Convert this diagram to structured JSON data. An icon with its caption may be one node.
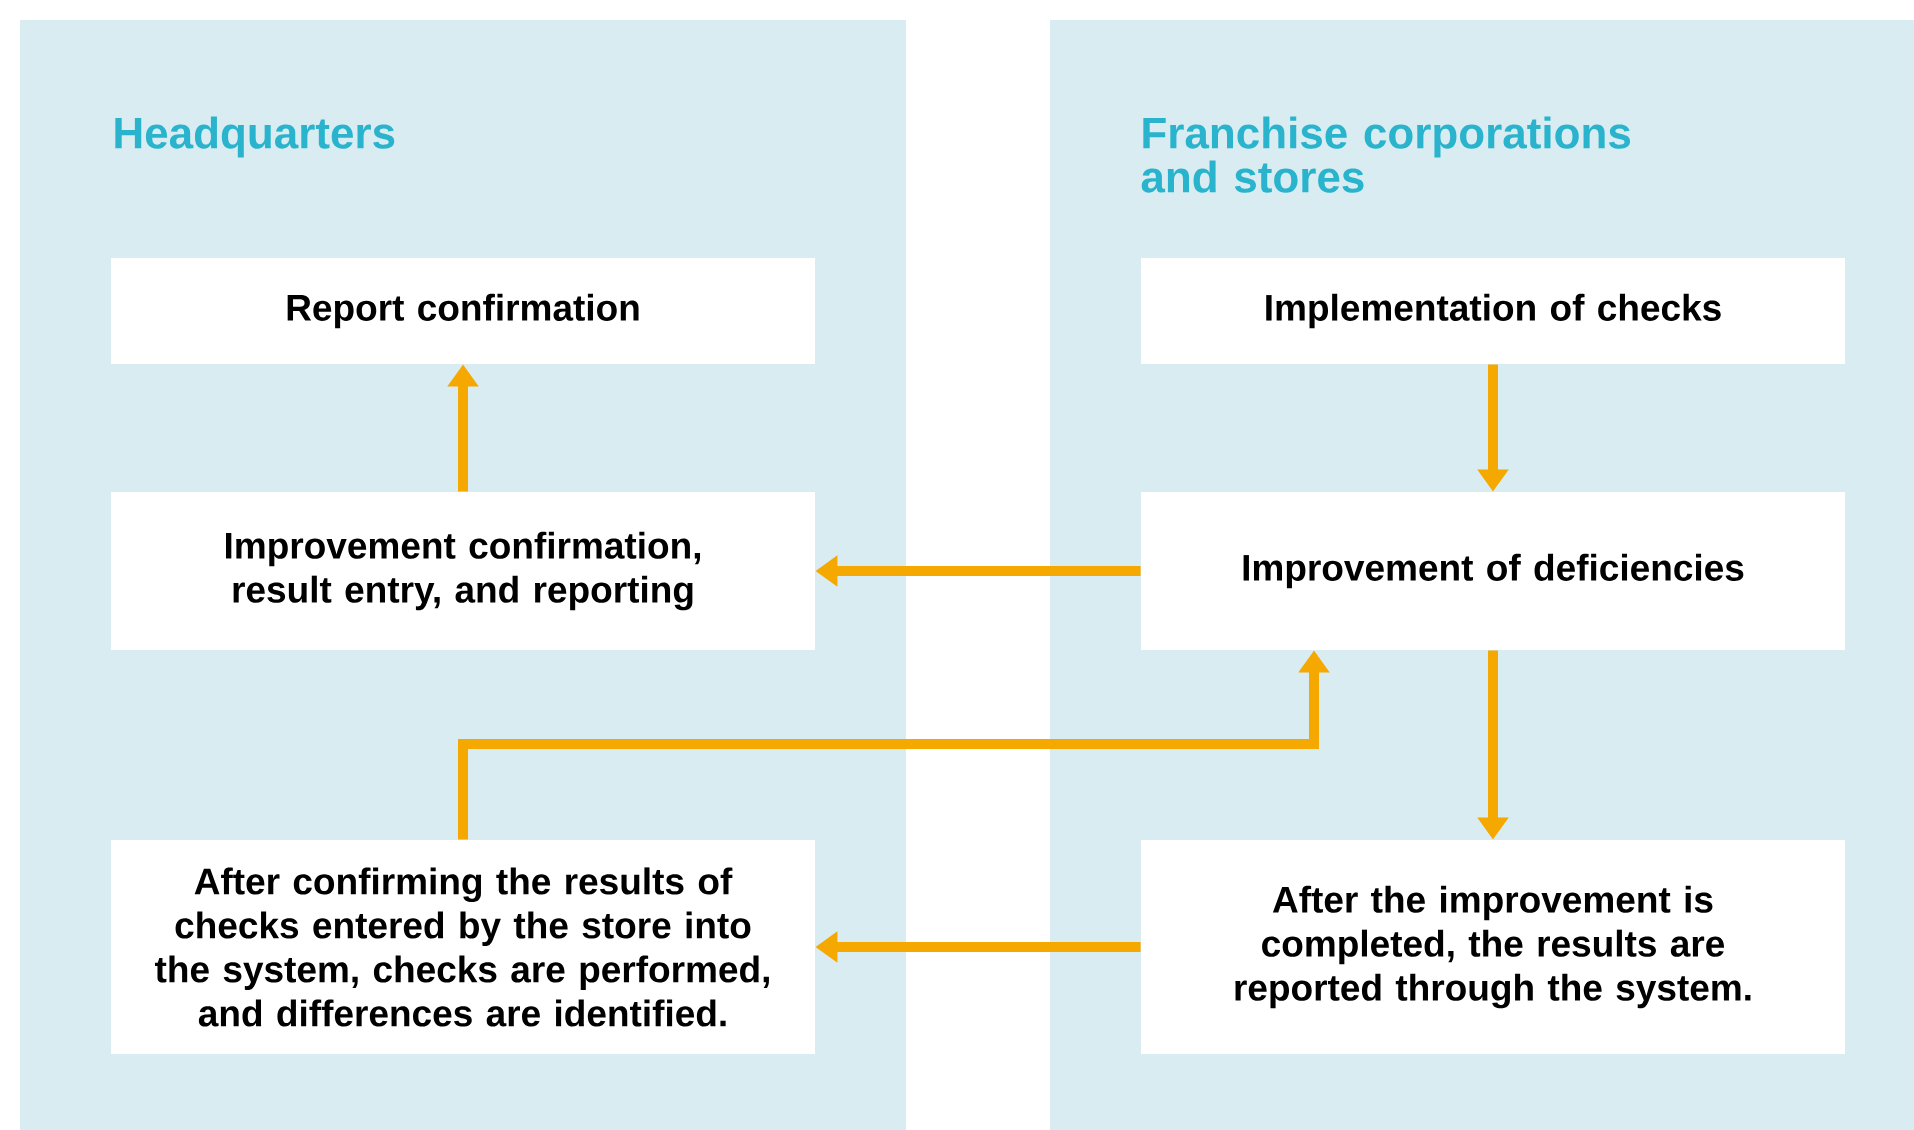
{
  "diagram": {
    "nodes": [
      {
        "text": [
          "Headquarters"
        ]
      },
      {
        "text": [
          "Franchise corporations and stores"
        ]
      },
      {
        "text": [
          "Report confirmation"
        ],
        "in": 0
      },
      {
        "text": [
          "Improvement confirmation, result entry, and reporting"
        ],
        "in": 0
      },
      {
        "text": [
          "After confirming the results of checks entered by the store into the system, checks are performed, and differences are identified."
        ],
        "in": 0
      },
      {
        "text": [
          "Implementation of checks"
        ],
        "in": 1
      },
      {
        "text": [
          "Improvement of deficiencies"
        ],
        "in": 1
      },
      {
        "text": [
          "After the improvement is completed, the results are reported through the system."
        ],
        "in": 1
      }
    ],
    "edges": [
      {
        "from": 5,
        "to": 6,
        "arrow": "to"
      },
      {
        "from": 6,
        "to": 3,
        "arrow": "to"
      },
      {
        "from": 3,
        "to": 2,
        "arrow": "to"
      },
      {
        "from": 6,
        "to": 7,
        "arrow": "to"
      },
      {
        "from": 7,
        "to": 4,
        "arrow": "to"
      },
      {
        "from": 4,
        "to": 6,
        "arrow": "to"
      }
    ]
  }
}
